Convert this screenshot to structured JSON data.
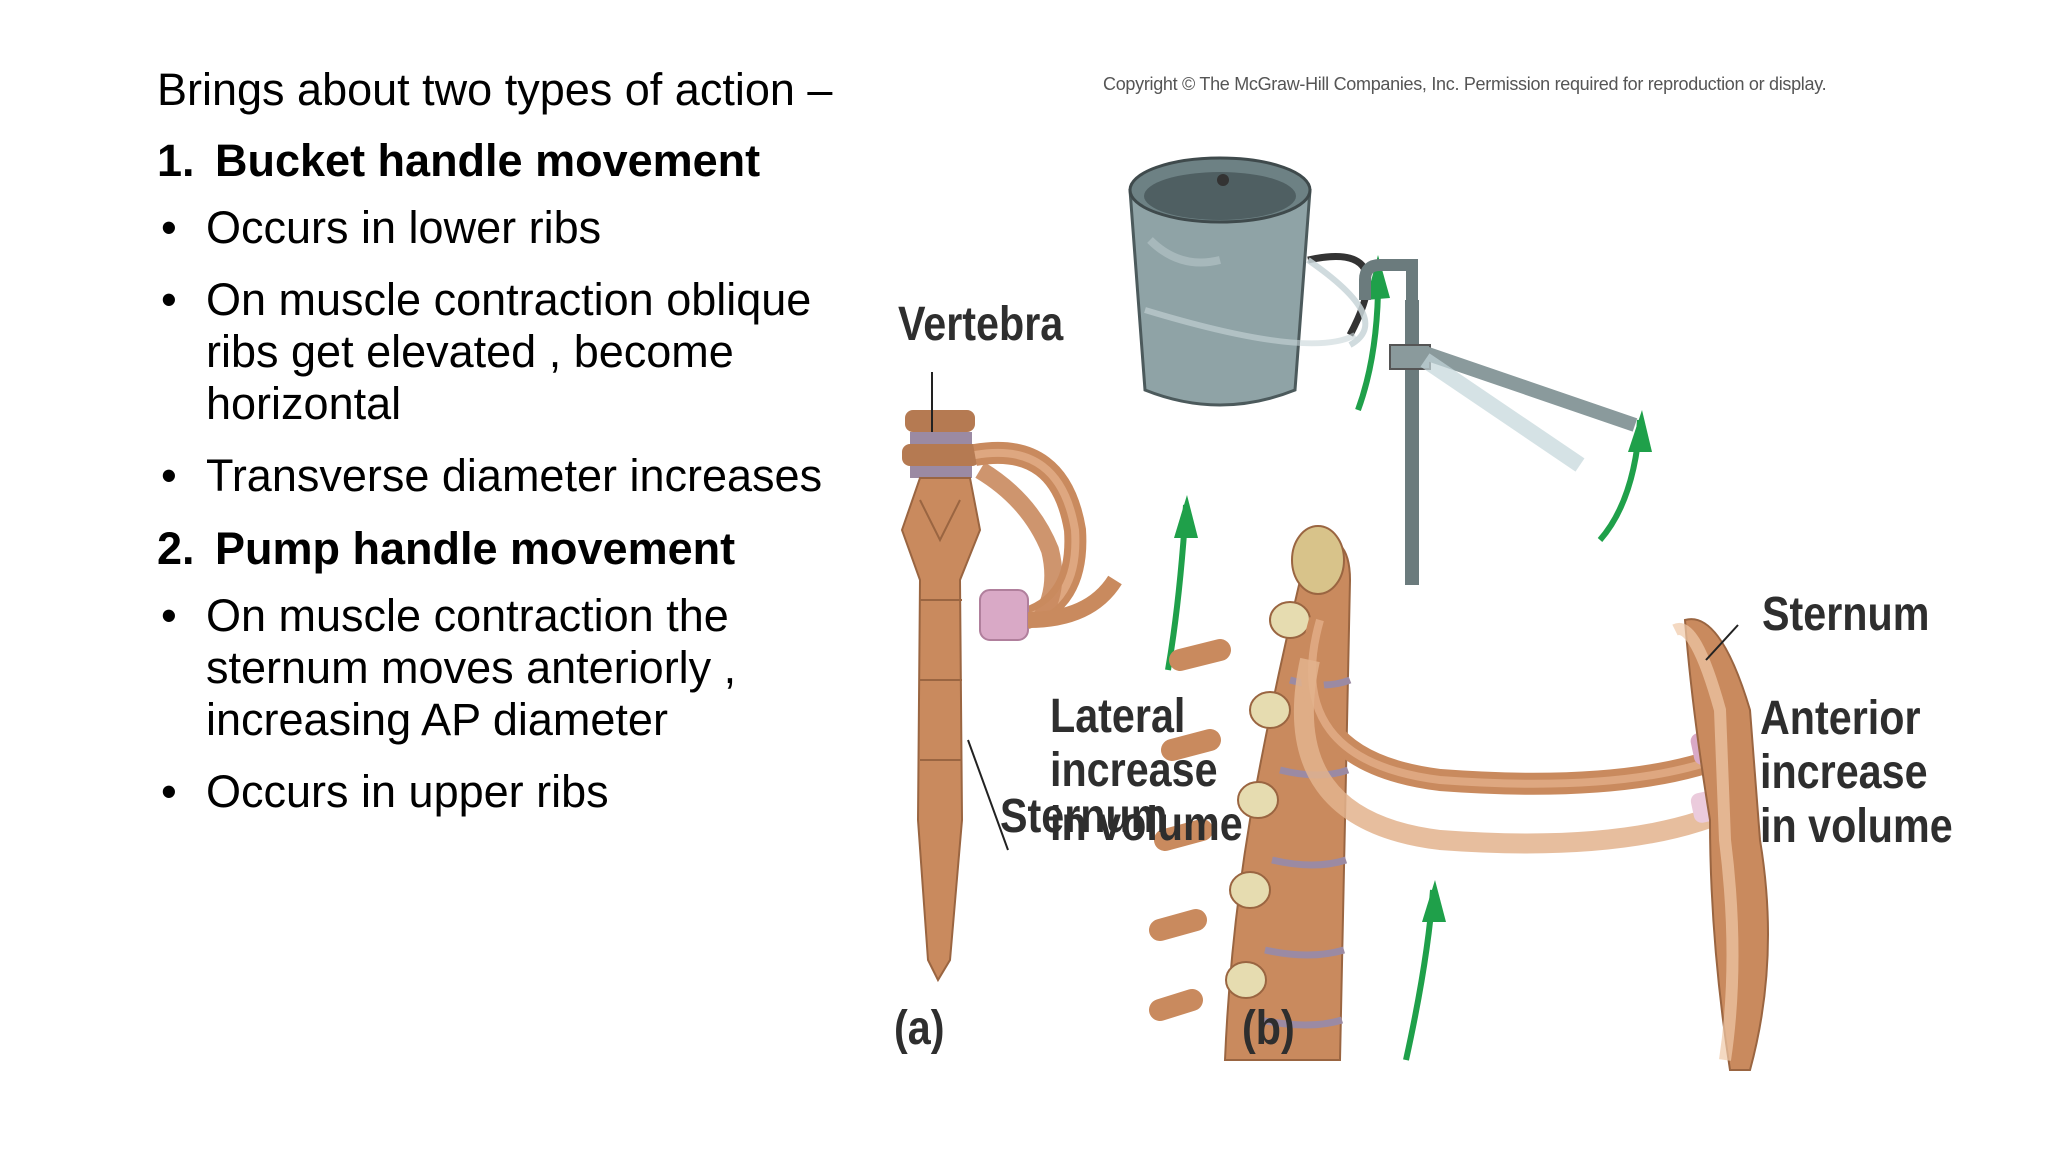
{
  "slide": {
    "intro": "Brings about  two types of action –",
    "sections": [
      {
        "number": "1.",
        "heading": "Bucket handle movement",
        "bullets": [
          "Occurs in lower ribs",
          "On muscle contraction oblique ribs get elevated , become horizontal",
          "Transverse diameter increases"
        ]
      },
      {
        "number": "2.",
        "heading": "Pump handle movement",
        "bullets": [
          "On muscle contraction the sternum moves anteriorly , increasing AP diameter",
          "Occurs in upper ribs"
        ]
      }
    ],
    "bullet_glyph": "•"
  },
  "figure": {
    "copyright": "Copyright © The McGraw-Hill Companies, Inc. Permission required for reproduction or display.",
    "labels": {
      "vertebra": "Vertebra",
      "sternum_a": "Sternum",
      "lateral_1": "Lateral",
      "lateral_2": "increase",
      "lateral_3": "in volume",
      "sternum_b": "Sternum",
      "anterior_1": "Anterior",
      "anterior_2": "increase",
      "anterior_3": "in volume",
      "panel_a": "(a)",
      "panel_b": "(b)"
    },
    "colors": {
      "bone": "#c98a5e",
      "bone_light": "#e7b48e",
      "cartilage": "#d9a9c6",
      "arrow": "#1fa04a",
      "bucket": "#8fa3a6"
    }
  }
}
